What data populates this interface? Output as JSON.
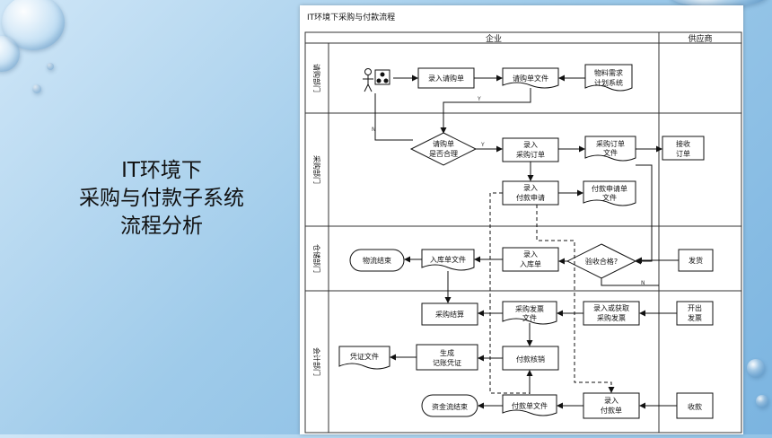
{
  "slide": {
    "title_lines": [
      "IT环境下",
      "采购与付款子系统",
      "流程分析"
    ]
  },
  "diagram": {
    "title": "IT环境下采购与付款流程",
    "columns": {
      "enterprise": "企业",
      "supplier": "供应商"
    },
    "lanes": [
      {
        "label": "请购部门"
      },
      {
        "label": "采购部门"
      },
      {
        "label": "仓储部门"
      },
      {
        "label": "会计部门"
      }
    ],
    "nodes": {
      "actor": "",
      "enter_requisition": "录入请购单",
      "requisition_file": "请购单文件",
      "material_plan": "物料需求计划系统",
      "decision_reasonable": "请购单是否合理",
      "enter_po": "录入采购订单",
      "po_file": "采购订单文件",
      "receive_order": "接收订单",
      "enter_payment_request": "录入付款申请",
      "payment_request_file": "付款申请单文件",
      "logistics_end": "物流结束",
      "receipt_file": "入库单文件",
      "enter_receipt": "录入入库单",
      "decision_inspect": "验收合格?",
      "ship": "发货",
      "purchase_settle": "采购结算",
      "invoice_file": "采购发票文件",
      "enter_invoice": "录入或获取采购发票",
      "issue_invoice": "开出发票",
      "voucher_file": "凭证文件",
      "gen_voucher": "生成记账凭证",
      "payment_writeoff": "付款核销",
      "funds_end": "资金流结束",
      "payment_file": "付款单文件",
      "enter_payment": "录入付款单",
      "collect": "收款"
    },
    "edge_labels": {
      "yes": "Y",
      "no": "N"
    }
  }
}
